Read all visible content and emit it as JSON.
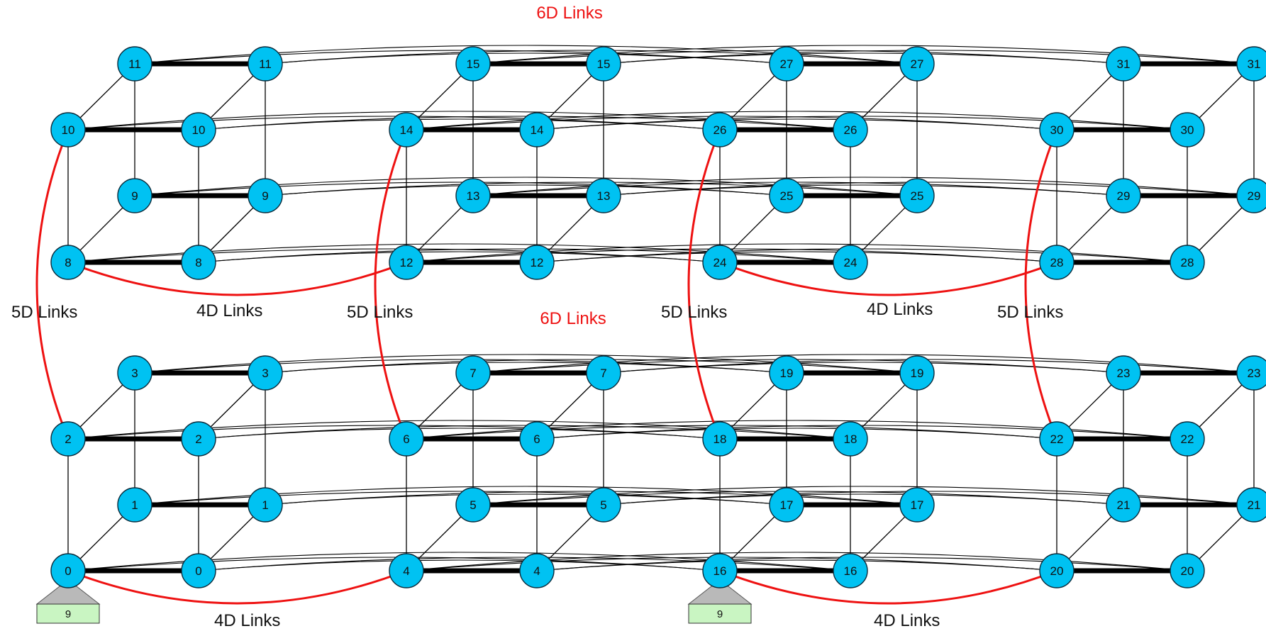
{
  "diagram": {
    "node_fill": "#00c2f2",
    "node_stroke": "#0b2a3a",
    "thin_edge_color": "#000000",
    "thick_edge_color": "#000000",
    "red_link_color": "#ee1111",
    "base_fill": "#c9f5c2",
    "base_cap_fill": "#b9b9b9",
    "labels": {
      "top_6d": "6D Links",
      "mid_6d": "6D Links",
      "fiveD_1": "5D Links",
      "fourD_top_left": "4D Links",
      "fiveD_2": "5D Links",
      "fiveD_3": "5D Links",
      "fourD_top_right": "4D Links",
      "fiveD_4": "5D Links",
      "fourD_bottom_left": "4D Links",
      "fourD_bottom_right": "4D Links"
    },
    "base_labels": [
      "9",
      "9"
    ],
    "blocks": [
      {
        "ids": [
          0,
          1,
          2,
          3
        ]
      },
      {
        "ids": [
          4,
          5,
          6,
          7
        ]
      },
      {
        "ids": [
          16,
          17,
          18,
          19
        ]
      },
      {
        "ids": [
          20,
          21,
          22,
          23
        ]
      },
      {
        "ids": [
          8,
          9,
          10,
          11
        ]
      },
      {
        "ids": [
          12,
          13,
          14,
          15
        ]
      },
      {
        "ids": [
          24,
          25,
          26,
          27
        ]
      },
      {
        "ids": [
          28,
          29,
          30,
          31
        ]
      }
    ]
  }
}
